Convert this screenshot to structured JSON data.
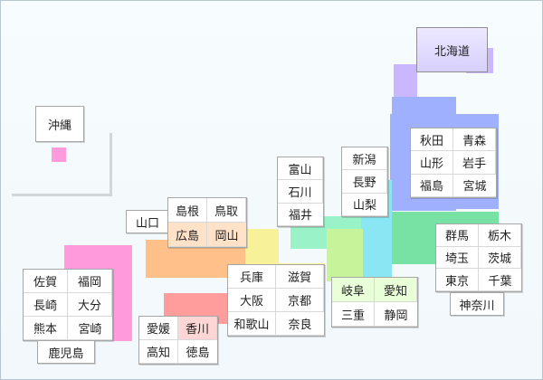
{
  "regions": {
    "hokkaido": "北海道",
    "okinawa": "沖縄",
    "yamaguchi": "山口",
    "chugoku_top": [
      "島根",
      "鳥取"
    ],
    "chugoku_bottom": [
      "広島",
      "岡山"
    ],
    "kyushu": [
      [
        "佐賀",
        "福岡"
      ],
      [
        "長崎",
        "大分"
      ],
      [
        "熊本",
        "宮崎"
      ]
    ],
    "kagoshima": "鹿児島",
    "shikoku": [
      [
        "愛媛",
        "香川"
      ],
      [
        "高知",
        "徳島"
      ]
    ],
    "kinki": [
      [
        "兵庫",
        "滋賀"
      ],
      [
        "大阪",
        "京都"
      ],
      [
        "和歌山",
        "奈良"
      ]
    ],
    "hokuriku": [
      "富山",
      "石川",
      "福井"
    ],
    "chubu_north": [
      "新潟",
      "長野",
      "山梨"
    ],
    "tokai": [
      [
        "岐阜",
        "愛知"
      ],
      [
        "三重",
        "静岡"
      ]
    ],
    "tohoku": [
      [
        "秋田",
        "青森"
      ],
      [
        "山形",
        "岩手"
      ],
      [
        "福島",
        "宮城"
      ]
    ],
    "kanto": [
      [
        "群馬",
        "栃木"
      ],
      [
        "埼玉",
        "茨城"
      ],
      [
        "東京",
        "千葉"
      ]
    ],
    "kanagawa": "神奈川"
  },
  "colors": {
    "hokkaido": "#c9b8ff",
    "tohoku": "#9fb0ff",
    "kanto": "#77e2a4",
    "chubu": "#8be6f3",
    "hokuriku": "#9af2c8",
    "tokai": "#c7f39a",
    "kinki": "#f7f19a",
    "chugoku": "#ffc08a",
    "shikoku": "#ff9c9c",
    "kyushu": "#ff9bdc"
  }
}
